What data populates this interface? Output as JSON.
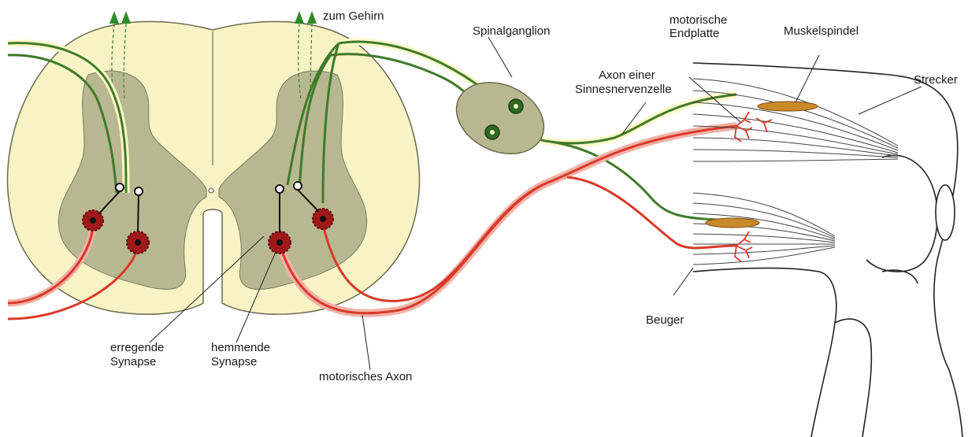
{
  "labels": {
    "zum_gehirn": "zum Gehirn",
    "spinalganglion": "Spinalganglion",
    "motorische_endplatte_1": "motorische",
    "motorische_endplatte_2": "Endplatte",
    "muskelspindel": "Muskelspindel",
    "axon_sinnesnervenzelle_1": "Axon einer",
    "axon_sinnesnervenzelle_2": "Sinnesnervenzelle",
    "strecker": "Strecker",
    "beuger": "Beuger",
    "erregende_synapse_1": "erregende",
    "erregende_synapse_2": "Synapse",
    "hemmende_synapse_1": "hemmende",
    "hemmende_synapse_2": "Synapse",
    "motorisches_axon": "motorisches Axon"
  },
  "colors": {
    "cord_fill": "#f7f3c4",
    "grey_matter": "#b8b890",
    "sensory_green": "#3f7a2a",
    "motor_red": "#d83a2a",
    "neuron_body": "#a01818",
    "spindle": "#c98a2a",
    "arrow_green": "#2f8a2a"
  }
}
